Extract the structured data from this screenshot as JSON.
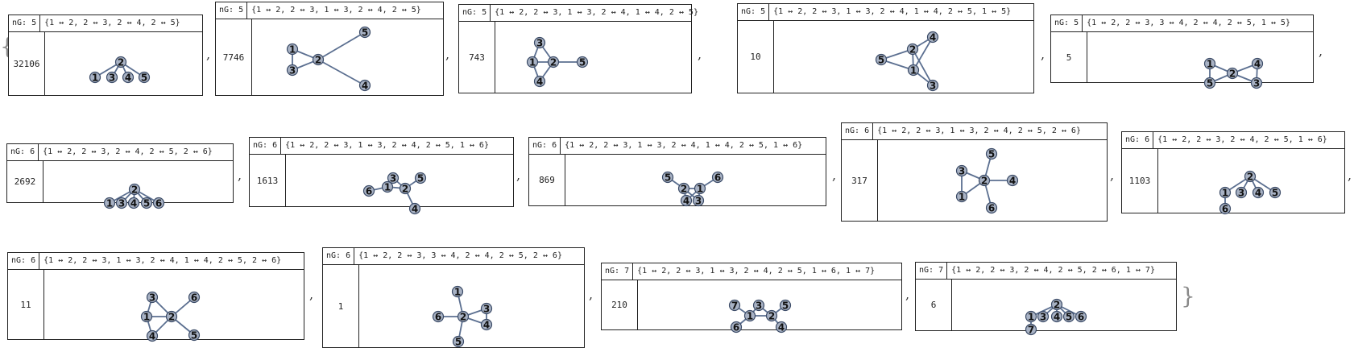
{
  "open_brace": "{",
  "close_brace": "}",
  "separator": ",",
  "cards": [
    {
      "ng": "nG: 5",
      "edges": "{1 ↔ 2, 2 ↔ 3, 2 ↔ 4, 2 ↔ 5}",
      "count": "32106"
    },
    {
      "ng": "nG: 5",
      "edges": "{1 ↔ 2, 2 ↔ 3, 1 ↔ 3, 2 ↔ 4, 2 ↔ 5}",
      "count": "7746"
    },
    {
      "ng": "nG: 5",
      "edges": "{1 ↔ 2, 2 ↔ 3, 1 ↔ 3, 2 ↔ 4, 1 ↔ 4, 2 ↔ 5}",
      "count": "743"
    },
    {
      "ng": "nG: 5",
      "edges": "{1 ↔ 2, 2 ↔ 3, 1 ↔ 3, 2 ↔ 4, 1 ↔ 4, 2 ↔ 5, 1 ↔ 5}",
      "count": "10"
    },
    {
      "ng": "nG: 5",
      "edges": "{1 ↔ 2, 2 ↔ 3, 3 ↔ 4, 2 ↔ 4, 2 ↔ 5, 1 ↔ 5}",
      "count": "5"
    },
    {
      "ng": "nG: 6",
      "edges": "{1 ↔ 2, 2 ↔ 3, 2 ↔ 4, 2 ↔ 5, 2 ↔ 6}",
      "count": "2692"
    },
    {
      "ng": "nG: 6",
      "edges": "{1 ↔ 2, 2 ↔ 3, 1 ↔ 3, 2 ↔ 4, 2 ↔ 5, 1 ↔ 6}",
      "count": "1613"
    },
    {
      "ng": "nG: 6",
      "edges": "{1 ↔ 2, 2 ↔ 3, 1 ↔ 3, 2 ↔ 4, 1 ↔ 4, 2 ↔ 5, 1 ↔ 6}",
      "count": "869"
    },
    {
      "ng": "nG: 6",
      "edges": "{1 ↔ 2, 2 ↔ 3, 1 ↔ 3, 2 ↔ 4, 2 ↔ 5, 2 ↔ 6}",
      "count": "317"
    },
    {
      "ng": "nG: 6",
      "edges": "{1 ↔ 2, 2 ↔ 3, 2 ↔ 4, 2 ↔ 5, 1 ↔ 6}",
      "count": "1103"
    },
    {
      "ng": "nG: 6",
      "edges": "{1 ↔ 2, 2 ↔ 3, 1 ↔ 3, 2 ↔ 4, 1 ↔ 4, 2 ↔ 5, 2 ↔ 6}",
      "count": "11"
    },
    {
      "ng": "nG: 6",
      "edges": "{1 ↔ 2, 2 ↔ 3, 3 ↔ 4, 2 ↔ 4, 2 ↔ 5, 2 ↔ 6}",
      "count": "1"
    },
    {
      "ng": "nG: 7",
      "edges": "{1 ↔ 2, 2 ↔ 3, 1 ↔ 3, 2 ↔ 4, 2 ↔ 5, 1 ↔ 6, 1 ↔ 7}",
      "count": "210"
    },
    {
      "ng": "nG: 7",
      "edges": "{1 ↔ 2, 2 ↔ 3, 2 ↔ 4, 2 ↔ 5, 2 ↔ 6, 1 ↔ 7}",
      "count": "6"
    }
  ]
}
